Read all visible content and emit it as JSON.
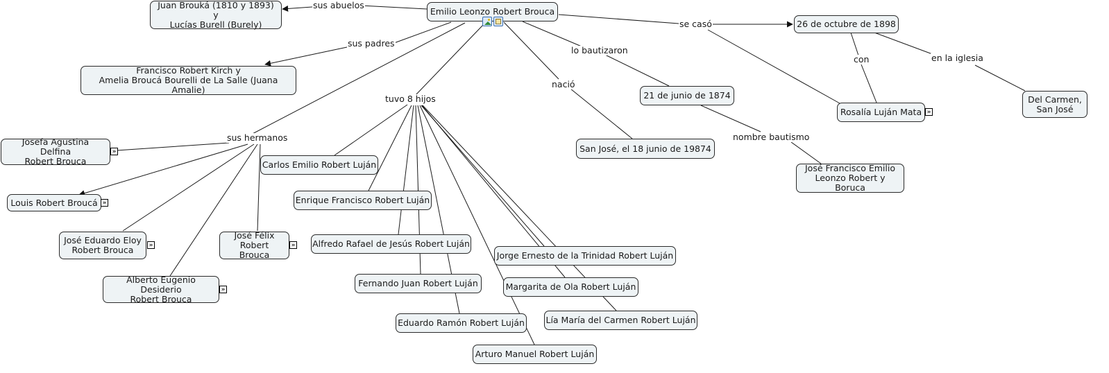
{
  "map": {
    "root": "Emilio Leonzo Robert Brouca",
    "root_icons": [
      "image-resource-icon",
      "document-resource-icon"
    ],
    "nodes": {
      "abuelos": "Juan Brouká (1810 y 1893) y\nLucías Burell (Burely)",
      "padres": "Francisco Robert Kirch y\nAmelia Broucá Bourelli de La Salle (Juana Amalie)",
      "fecha_boda": "26 de octubre de 1898",
      "esposa": "Rosalía Luján Mata",
      "iglesia": "Del Carmen,\nSan José",
      "fecha_bautizo": "21 de junio de 1874",
      "nacimiento": "San José, el 18 junio de 19874",
      "nombre_bautismo": "José Francisco Emilio\nLeonzo Robert y Boruca",
      "hermanos": [
        "Josefa Agustina Delfina\nRobert Brouca",
        "Louis Robert Broucá",
        "José Eduardo Eloy\nRobert Brouca",
        "José Félix\nRobert Brouca",
        "Alberto Eugenio Desiderio\nRobert Brouca"
      ],
      "hijos": [
        "Carlos Emilio Robert Luján",
        "Enrique Francisco Robert Luján",
        "Alfredo Rafael de Jesús Robert Luján",
        "Fernando Juan Robert Luján",
        "Eduardo Ramón Robert Luján",
        "Arturo Manuel Robert Luján",
        "Jorge Ernesto de la Trinidad Robert Luján",
        "Margarita de Ola Robert Luján",
        "Lía María del Carmen Robert Luján"
      ]
    },
    "links": {
      "sus_abuelos": "sus abuelos",
      "sus_padres": "sus padres",
      "se_caso": "se casó",
      "lo_bautizaron": "lo bautizaron",
      "nacio": "nació",
      "con": "con",
      "en_la_iglesia": "en la iglesia",
      "nombre_bautismo": "nombre bautismo",
      "sus_hermanos": "sus hermanos",
      "tuvo_hijos": "tuvo 8 hijos"
    },
    "expand_glyph": "»",
    "colors": {
      "node_fill": "#eef3f5",
      "node_border": "#2a2a2a",
      "line": "#1a1a1a"
    }
  }
}
